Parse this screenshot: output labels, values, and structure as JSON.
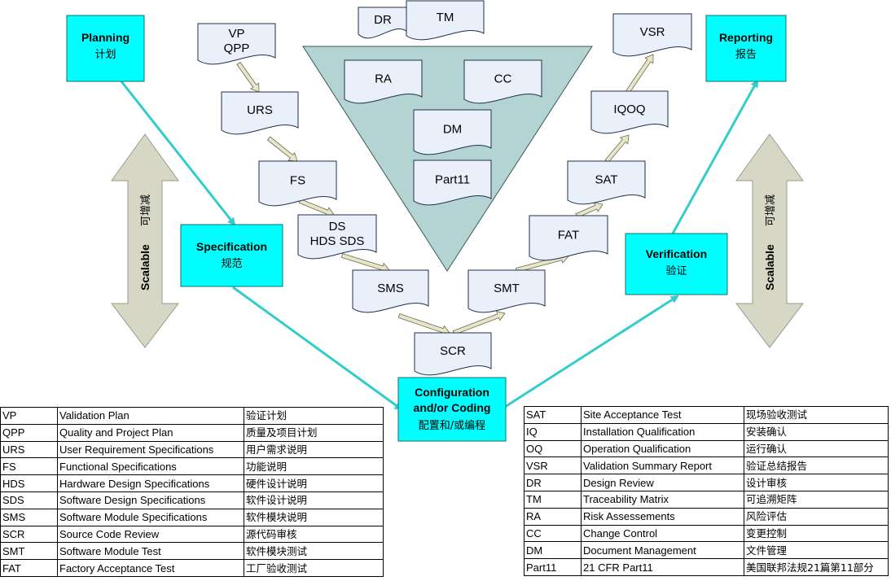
{
  "phases": {
    "planning": {
      "title": "Planning",
      "subtitle": "计划"
    },
    "reporting": {
      "title": "Reporting",
      "subtitle": "报告"
    },
    "specification": {
      "title": "Specification",
      "subtitle": "规范"
    },
    "verification": {
      "title": "Verification",
      "subtitle": "验证"
    },
    "coding": {
      "title_line1": "Configuration",
      "title_line2": "and/or Coding",
      "subtitle": "配置和/或编程"
    }
  },
  "scalable": {
    "label": "Scalable",
    "label_cn": "可增减"
  },
  "documents": {
    "vp_qpp": {
      "line1": "VP",
      "line2": "QPP"
    },
    "urs": "URS",
    "fs": "FS",
    "ds": {
      "line1": "DS",
      "line2": "HDS SDS"
    },
    "sms": "SMS",
    "scr": "SCR",
    "smt": "SMT",
    "fat": "FAT",
    "sat": "SAT",
    "iqoq": "IQOQ",
    "vsr": "VSR"
  },
  "triangle_docs": {
    "dr": "DR",
    "tm": "TM",
    "ra": "RA",
    "cc": "CC",
    "dm": "DM",
    "part11": "Part11"
  },
  "colors": {
    "phase_fill": "#00FFFF",
    "triangle_fill": "#B4D4D4",
    "arrow_cyan": "#33CCCC",
    "doc_fill": "#EAF0FA",
    "scalable_arrow": "#D6D7C5"
  },
  "left_table": [
    [
      "VP",
      "Validation Plan",
      "验证计划"
    ],
    [
      "QPP",
      "Quality and Project Plan",
      "质量及项目计划"
    ],
    [
      "URS",
      "User Requirement Specifications",
      "用户需求说明"
    ],
    [
      "FS",
      "Functional Specifications",
      "功能说明"
    ],
    [
      "HDS",
      "Hardware Design Specifications",
      "硬件设计说明"
    ],
    [
      "SDS",
      "Software Design Specifications",
      "软件设计说明"
    ],
    [
      "SMS",
      "Software Module Specifications",
      "软件模块说明"
    ],
    [
      "SCR",
      "Source Code Review",
      "源代码审核"
    ],
    [
      "SMT",
      "Software Module Test",
      "软件模块测试"
    ],
    [
      "FAT",
      "Factory Acceptance Test",
      "工厂验收测试"
    ]
  ],
  "right_table": [
    [
      "SAT",
      "Site Acceptance Test",
      "现场验收测试"
    ],
    [
      "IQ",
      "Installation Qualification",
      "安装确认"
    ],
    [
      "OQ",
      "Operation Qualification",
      "运行确认"
    ],
    [
      "VSR",
      "Validation Summary Report",
      "验证总结报告"
    ],
    [
      "DR",
      "Design Review",
      "设计审核"
    ],
    [
      "TM",
      "Traceability Matrix",
      "可追溯矩阵"
    ],
    [
      "RA",
      "Risk Assessements",
      "风险评估"
    ],
    [
      "CC",
      "Change Control",
      "变更控制"
    ],
    [
      "DM",
      "Document Management",
      "文件管理"
    ],
    [
      "Part11",
      "21 CFR Part11",
      "美国联邦法规21篇第11部分"
    ]
  ]
}
